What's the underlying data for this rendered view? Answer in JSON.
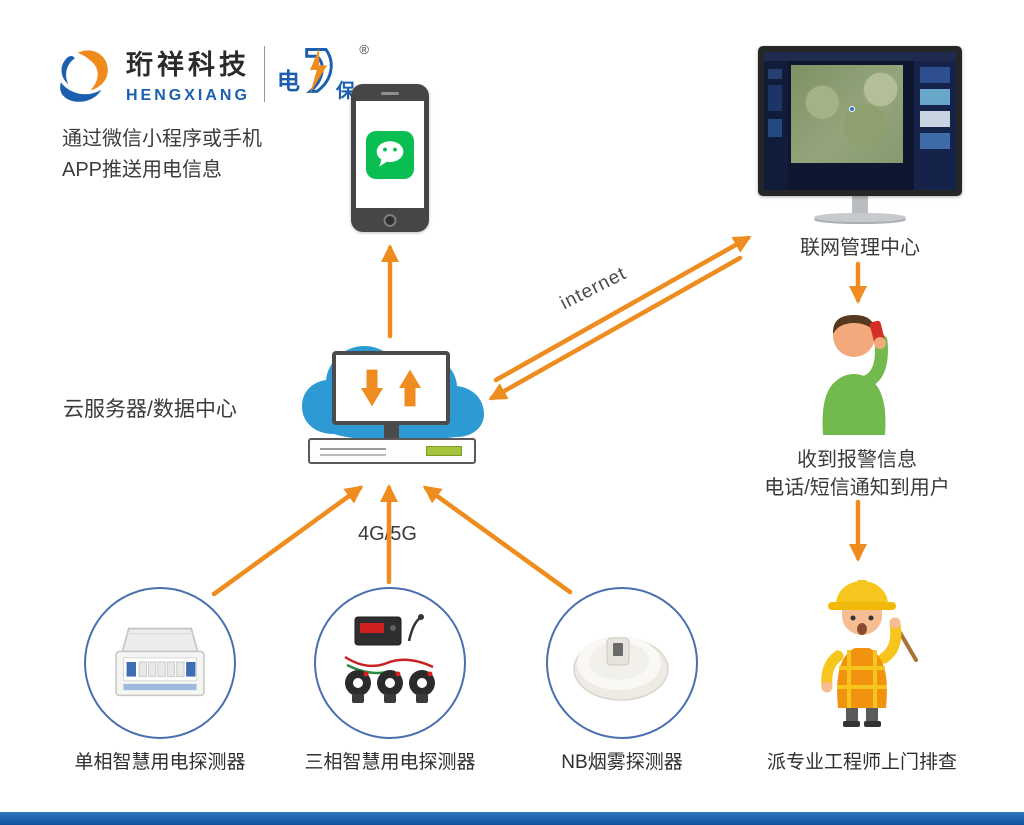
{
  "colors": {
    "arrow_orange": "#ef8c1f",
    "circle_border_blue": "#4a6fae",
    "wechat_green": "#09bf52",
    "cloud_blue": "#2d9ad3",
    "logo_blue": "#1c5fae",
    "logo_orange": "#ef8b1d",
    "bottom_bar_blue": "#1660ab"
  },
  "logo": {
    "company_cn": "珩祥科技",
    "company_en": "HENGXIANG",
    "brand_left": "电",
    "brand_right": "保",
    "registered": "®"
  },
  "nodes": {
    "wechat_note": {
      "line1": "通过微信小程序或手机",
      "line2": "APP推送用电信息"
    },
    "management_center": {
      "label": "联网管理中心"
    },
    "cloud_server": {
      "label": "云服务器/数据中心"
    },
    "alarm": {
      "line1": "收到报警信息",
      "line2": "电话/短信通知到用户"
    },
    "engineer": {
      "label": "派专业工程师上门排查"
    }
  },
  "connections": {
    "internet_label": "internet",
    "cellular_label": "4G/5G"
  },
  "devices": [
    {
      "label": "单相智慧用电探测器"
    },
    {
      "label": "三相智慧用电探测器"
    },
    {
      "label": "NB烟雾探测器"
    }
  ]
}
